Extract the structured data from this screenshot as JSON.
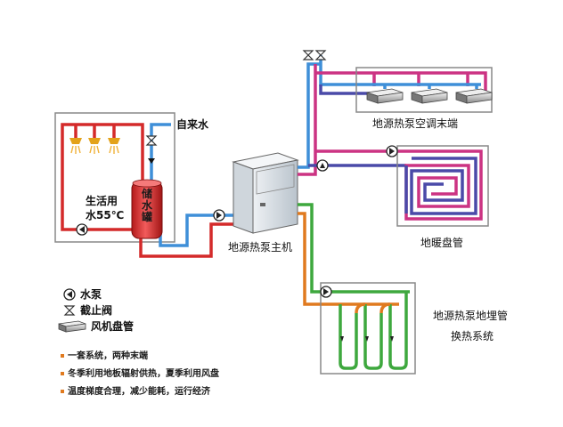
{
  "labels": {
    "tap_water": "自来水",
    "domestic_water": "生活用",
    "domestic_temp": "水55℃",
    "tank": [
      "储",
      "水",
      "罐"
    ],
    "main_unit": "地源热泵主机",
    "ac_terminal": "地源热泵空调末端",
    "floor_heating": "地暖盘管",
    "ground_loop_1": "地源热泵地埋管",
    "ground_loop_2": "换热系统"
  },
  "legend": [
    {
      "icon": "pump-icon",
      "label": "水泵"
    },
    {
      "icon": "valve-icon",
      "label": "截止阀"
    },
    {
      "icon": "fan-coil-icon",
      "label": "风机盘管"
    }
  ],
  "notes": [
    "一套系统，两种末端",
    "冬季利用地板辐射供热，夏季利用风盘",
    "温度梯度合理，减少能耗，运行经济"
  ],
  "colors": {
    "hot_red": "#d42a2a",
    "cold_blue": "#3f8fd8",
    "magenta": "#cc3383",
    "purple": "#4a4aa8",
    "green": "#3ea83e",
    "orange": "#e07a1f",
    "frame_gray": "#888888"
  }
}
